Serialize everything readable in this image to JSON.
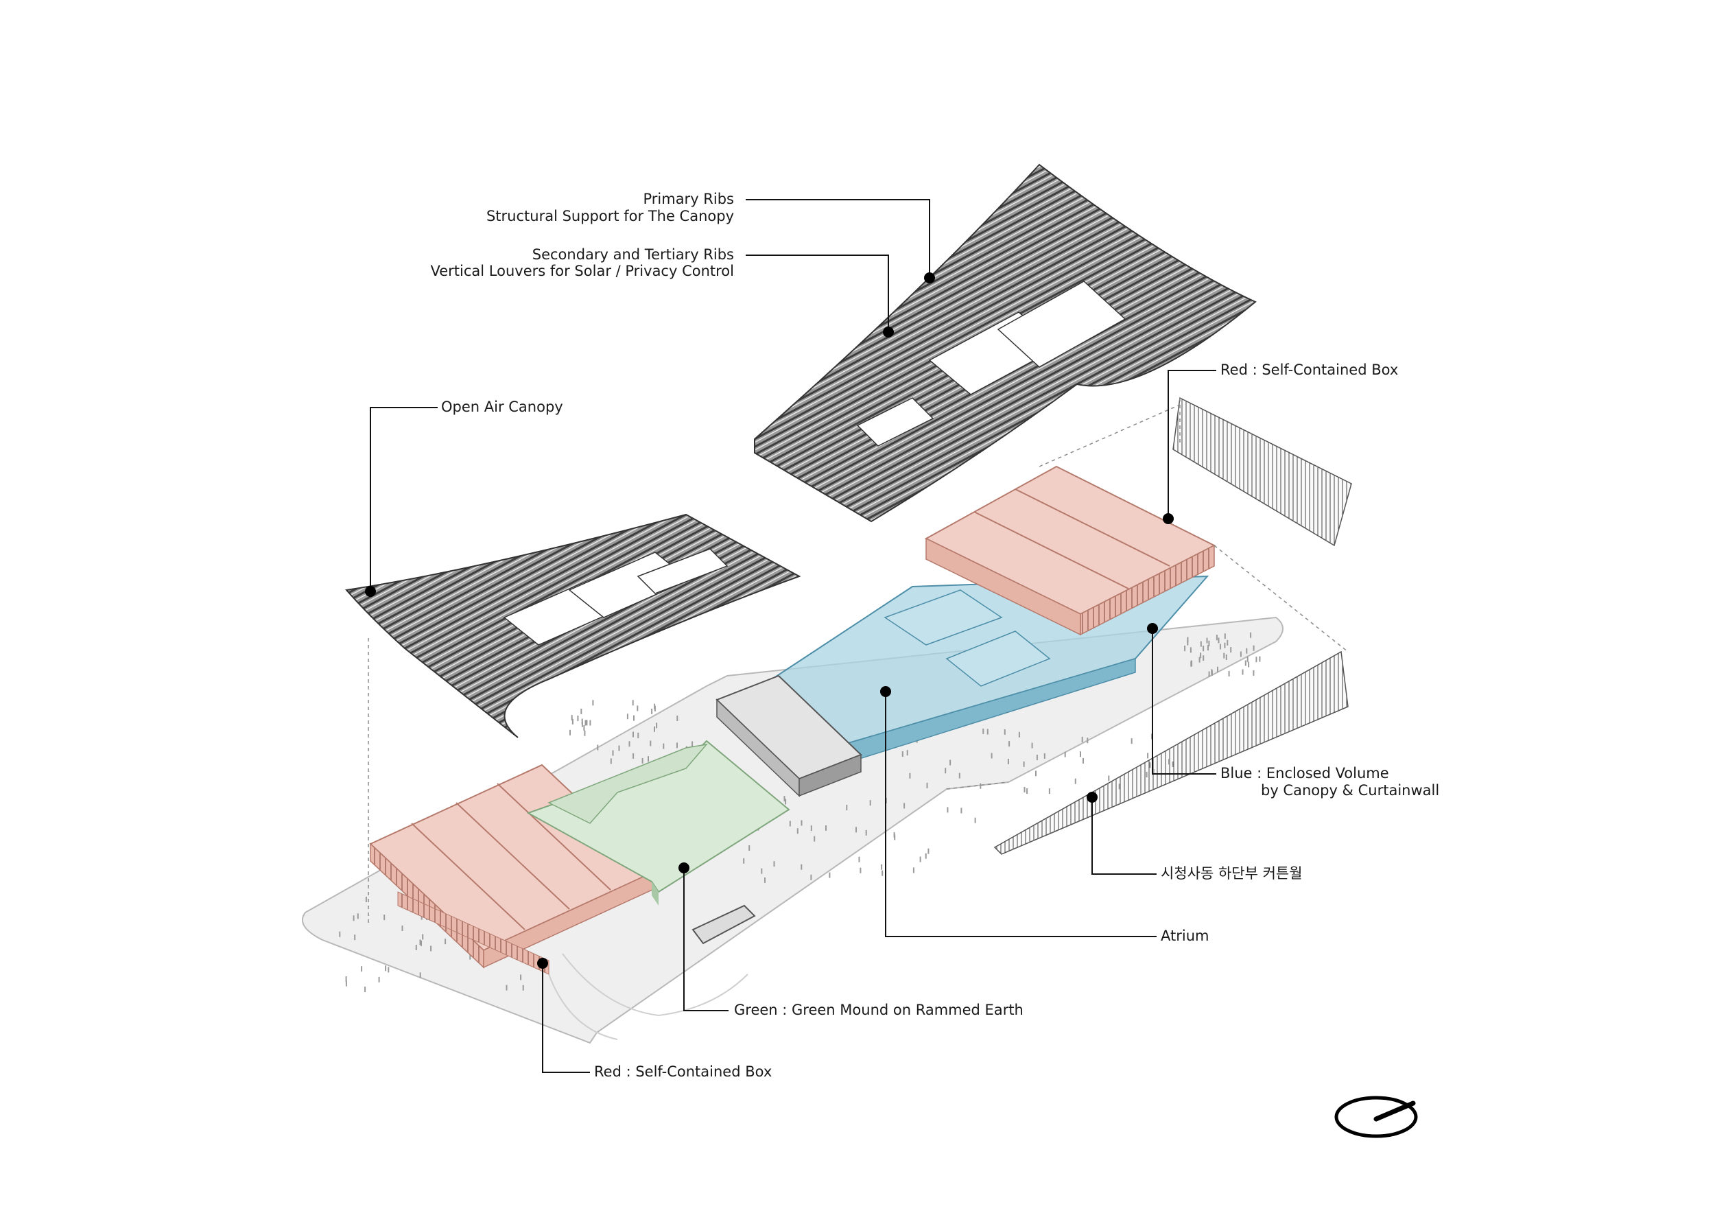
{
  "colors": {
    "red_box": "#f2cfc6",
    "red_box_edge": "#b57a6c",
    "green_mound": "#d9ead7",
    "green_edge": "#7fa67c",
    "blue_volume": "#a9d4e3",
    "blue_edge": "#4d8ea8",
    "canopy_rib": "#6a6a6a",
    "site": "#efefef",
    "site_edge": "#b8b8b8",
    "leader": "#111111"
  },
  "labels": {
    "primary_ribs": {
      "line1": "Primary Ribs",
      "line2": "Structural Support for The Canopy"
    },
    "secondary_ribs": {
      "line1": "Secondary and Tertiary Ribs",
      "line2": "Vertical Louvers for Solar / Privacy Control"
    },
    "open_air_canopy": "Open Air Canopy",
    "red_box_top": "Red : Self-Contained Box",
    "blue_volume": {
      "line1": "Blue : Enclosed Volume",
      "line2": "by Canopy & Curtainwall"
    },
    "curtainwall_kr": "시청사동 하단부 커튼월",
    "atrium": "Atrium",
    "green_mound": "Green : Green Mound on Rammed Earth",
    "red_box_bottom": "Red : Self-Contained Box"
  },
  "icons": {
    "north_arrow": "north-arrow-icon"
  }
}
